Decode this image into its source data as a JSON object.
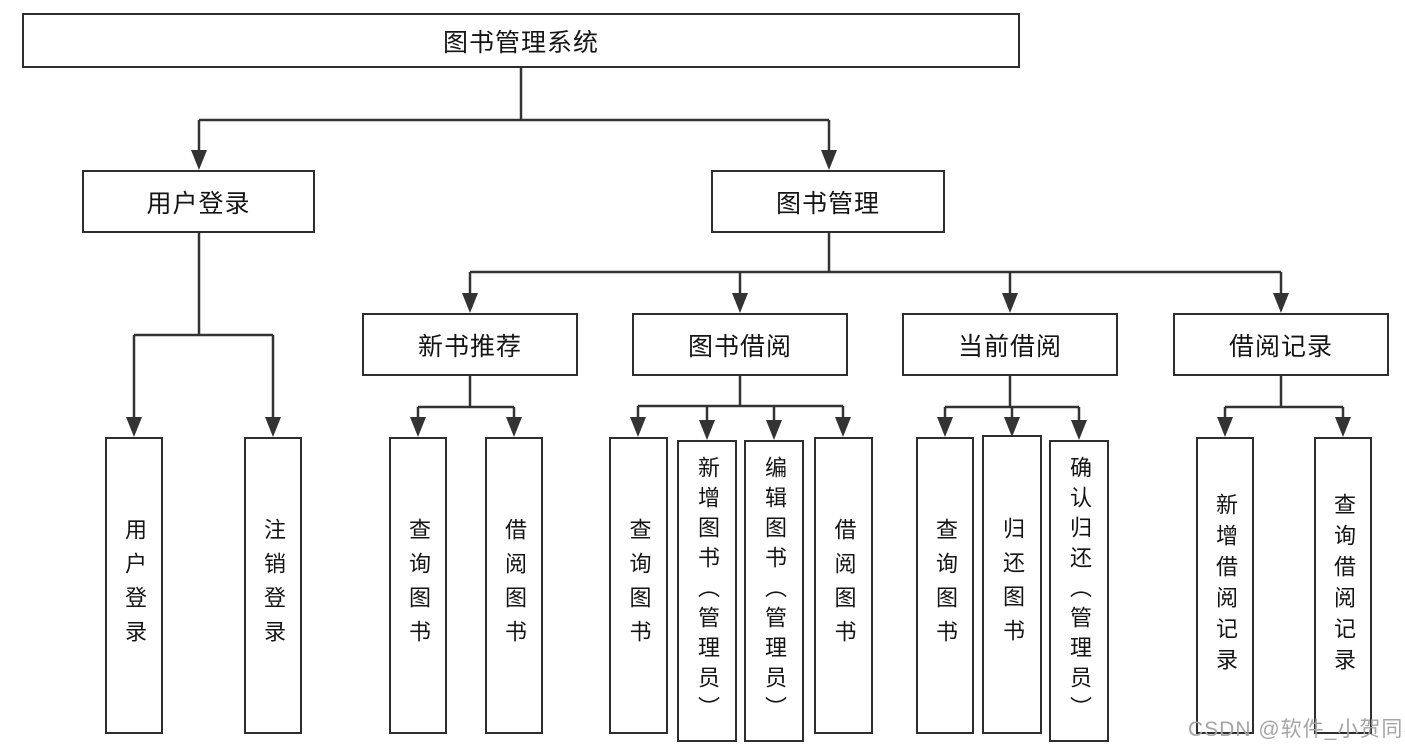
{
  "tree": {
    "root": "图书管理系统",
    "branches": [
      {
        "label": "用户登录",
        "children": [
          "用户登录",
          "注销登录"
        ]
      },
      {
        "label": "图书管理",
        "groups": [
          {
            "label": "新书推荐",
            "children": [
              "查询图书",
              "借阅图书"
            ]
          },
          {
            "label": "图书借阅",
            "children": [
              "查询图书",
              "新增图书（管理员）",
              "编辑图书（管理员）",
              "借阅图书"
            ]
          },
          {
            "label": "当前借阅",
            "children": [
              "查询图书",
              "归还图书",
              "确认归还（管理员）"
            ]
          },
          {
            "label": "借阅记录",
            "children": [
              "新增借阅记录",
              "查询借阅记录"
            ]
          }
        ]
      }
    ]
  },
  "watermark": "CSDN @软件_小贺同学",
  "colors": {
    "line": "#333333",
    "border": "#2e2e2e",
    "text": "#141414",
    "watermark": "#a5a5a5",
    "background": "#ffffff"
  }
}
